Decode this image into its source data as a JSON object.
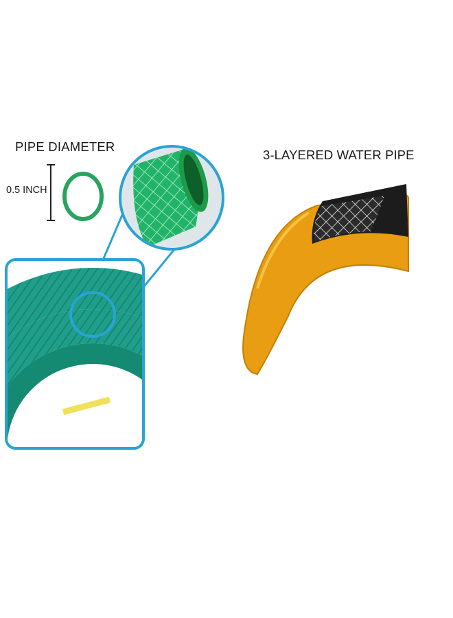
{
  "left_panel": {
    "title": "PIPE DIAMETER",
    "diameter_value": "0.5 INCH",
    "hose_color": "#1f9e8a",
    "tape_color": "#f1e15a",
    "frame_color": "#2aa3d4"
  },
  "right_panel": {
    "title": "3-LAYERED WATER PIPE",
    "outer_color": "#f0a81c",
    "inner_color": "#1c1c1c"
  }
}
